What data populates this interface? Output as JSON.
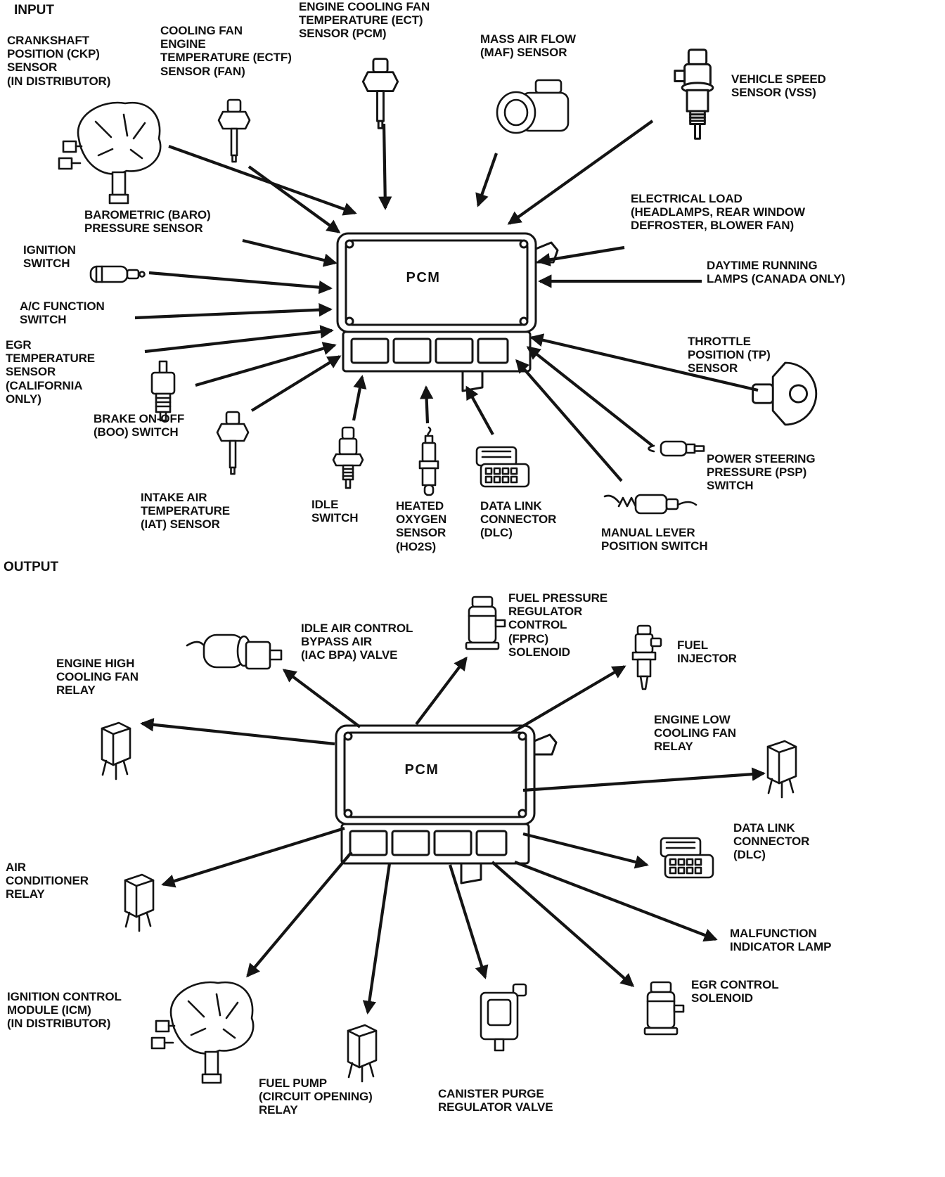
{
  "document": {
    "type": "PCM input/output component diagram"
  },
  "input": {
    "header": "INPUT",
    "pcm": "PCM",
    "labels": {
      "ckp": "CRANKSHAFT\nPOSITION (CKP)\nSENSOR\n(IN DISTRIBUTOR)",
      "ectf": "COOLING FAN\nENGINE\nTEMPERATURE (ECTF)\nSENSOR (FAN)",
      "ect": "ENGINE COOLING FAN\nTEMPERATURE (ECT)\nSENSOR (PCM)",
      "maf": "MASS AIR FLOW\n(MAF) SENSOR",
      "vss": "VEHICLE SPEED\nSENSOR (VSS)",
      "electrical_load": "ELECTRICAL LOAD\n(HEADLAMPS, REAR WINDOW\nDEFROSTER, BLOWER FAN)",
      "drl": "DAYTIME RUNNING\nLAMPS (CANADA ONLY)",
      "baro": "BAROMETRIC (BARO)\nPRESSURE SENSOR",
      "ignition": "IGNITION\nSWITCH",
      "ac_function": "A/C FUNCTION\nSWITCH",
      "egr_temp": "EGR\nTEMPERATURE\nSENSOR\n(CALIFORNIA\nONLY)",
      "boo": "BRAKE ON-OFF\n(BOO) SWITCH",
      "iat": "INTAKE AIR\nTEMPERATURE\n(IAT) SENSOR",
      "idle": "IDLE\nSWITCH",
      "ho2s": "HEATED\nOXYGEN\nSENSOR\n(HO2S)",
      "dlc": "DATA LINK\nCONNECTOR\n(DLC)",
      "mlps": "MANUAL LEVER\nPOSITION SWITCH",
      "tp": "THROTTLE\nPOSITION (TP)\nSENSOR",
      "psp": "POWER STEERING\nPRESSURE (PSP)\nSWITCH"
    }
  },
  "output": {
    "header": "OUTPUT",
    "pcm": "PCM",
    "labels": {
      "iac": "IDLE AIR CONTROL\nBYPASS AIR\n(IAC BPA) VALVE",
      "fprc": "FUEL PRESSURE\nREGULATOR\nCONTROL\n(FPRC)\nSOLENOID",
      "injector": "FUEL\nINJECTOR",
      "fan_high": "ENGINE HIGH\nCOOLING FAN\nRELAY",
      "fan_low": "ENGINE LOW\nCOOLING FAN\nRELAY",
      "dlc": "DATA LINK\nCONNECTOR\n(DLC)",
      "ac_relay": "AIR\nCONDITIONER\nRELAY",
      "mil": "MALFUNCTION\nINDICATOR LAMP",
      "icm": "IGNITION CONTROL\nMODULE (ICM)\n(IN DISTRIBUTOR)",
      "fuel_pump": "FUEL PUMP\n(CIRCUIT OPENING)\nRELAY",
      "canister": "CANISTER PURGE\nREGULATOR VALVE",
      "egr_solenoid": "EGR CONTROL\nSOLENOID"
    }
  }
}
